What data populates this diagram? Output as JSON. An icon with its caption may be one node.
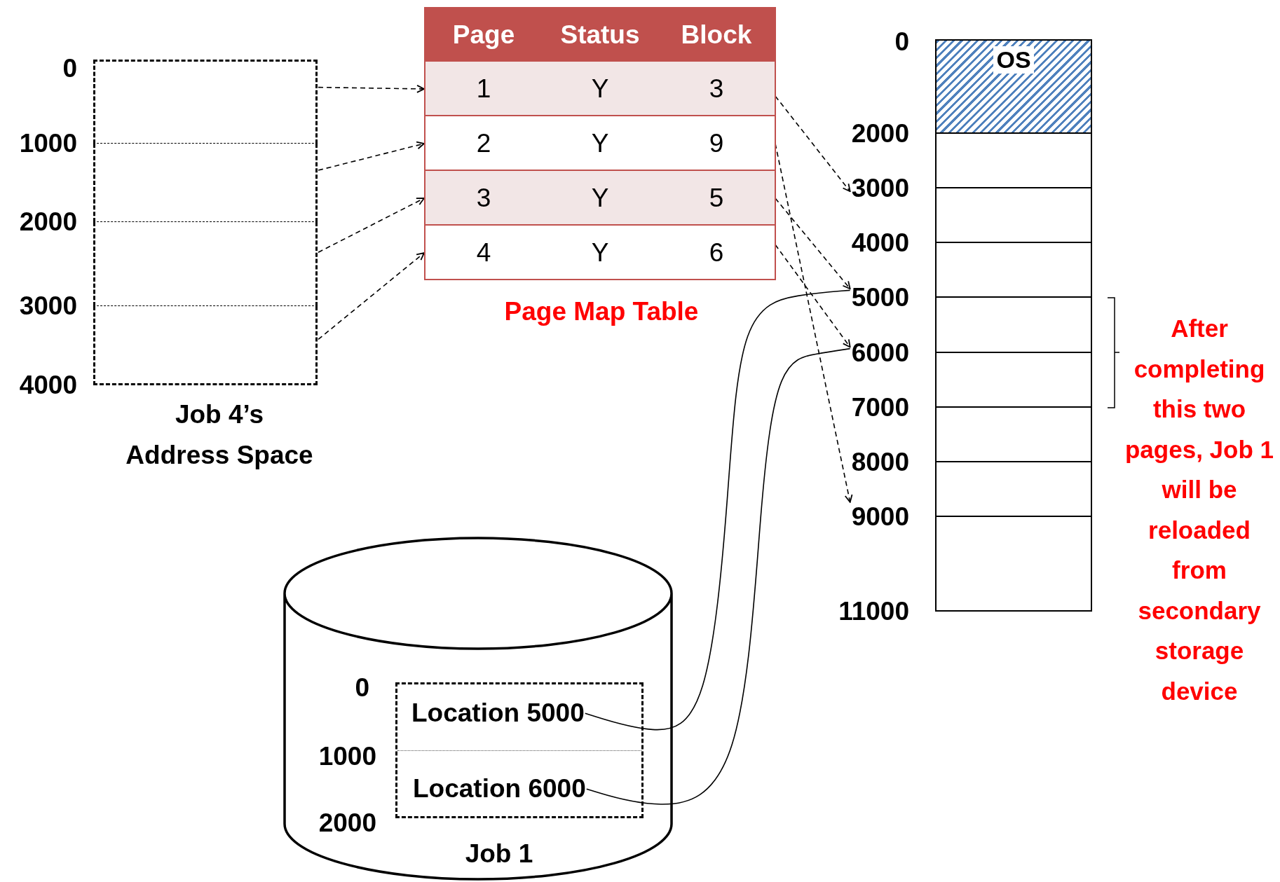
{
  "diagram": {
    "nodes": [
      {
        "text": [
          "Job 4’s Address Space"
        ]
      },
      {
        "text": [],
        "shape": "box",
        "in": 0
      },
      {
        "text": [],
        "shape": "box",
        "in": 0
      },
      {
        "text": [],
        "shape": "box",
        "in": 0
      },
      {
        "text": [],
        "shape": "box",
        "in": 0
      },
      {
        "text": [
          "Page Map Table"
        ]
      },
      {
        "text": [
          "Page",
          "Status",
          "Block"
        ],
        "in": 5
      },
      {
        "text": [
          "1",
          "Y",
          "3"
        ],
        "in": 5
      },
      {
        "text": [
          "2",
          "Y",
          "9"
        ],
        "in": 5
      },
      {
        "text": [
          "3",
          "Y",
          "5"
        ],
        "in": 5
      },
      {
        "text": [
          "4",
          "Y",
          "6"
        ],
        "in": 5
      },
      {
        "text": [],
        "shape": "box"
      },
      {
        "text": [
          "OS"
        ],
        "in": 11
      },
      {
        "text": [],
        "shape": "box",
        "in": 11
      },
      {
        "text": [],
        "shape": "box",
        "in": 11
      },
      {
        "text": [],
        "shape": "box",
        "in": 11
      },
      {
        "text": [],
        "shape": "box",
        "in": 11
      },
      {
        "text": [],
        "shape": "box",
        "in": 11
      },
      {
        "text": [],
        "shape": "box",
        "in": 11
      },
      {
        "text": [],
        "shape": "box",
        "in": 11
      },
      {
        "text": [],
        "shape": "box",
        "in": 11
      },
      {
        "text": [
          "3000"
        ]
      },
      {
        "text": [
          "5000"
        ]
      },
      {
        "text": [
          "6000"
        ]
      },
      {
        "text": [
          "9000"
        ]
      },
      {
        "text": [
          "Job 1"
        ]
      },
      {
        "text": [],
        "shape": "box",
        "in": 25
      },
      {
        "text": [
          "Location 5000"
        ],
        "in": 26
      },
      {
        "text": [
          "Location 6000"
        ],
        "in": 26
      }
    ],
    "edges": [
      {
        "from": 1,
        "to": 7,
        "arrow": "to",
        "style": "dashed"
      },
      {
        "from": 2,
        "to": 8,
        "arrow": "to",
        "style": "dashed"
      },
      {
        "from": 3,
        "to": 9,
        "arrow": "to",
        "style": "dashed"
      },
      {
        "from": 4,
        "to": 10,
        "arrow": "to",
        "style": "dashed"
      },
      {
        "from": 7,
        "to": 21,
        "arrow": "to",
        "style": "dashed"
      },
      {
        "from": 8,
        "to": 24,
        "arrow": "to",
        "style": "dashed"
      },
      {
        "from": 9,
        "to": 22,
        "arrow": "to",
        "style": "dashed"
      },
      {
        "from": 10,
        "to": 23,
        "arrow": "to",
        "style": "dashed"
      },
      {
        "from": 27,
        "to": 22,
        "arrow": "none"
      },
      {
        "from": 28,
        "to": 23,
        "arrow": "none"
      }
    ],
    "labels": [
      "0",
      "1000",
      "2000",
      "3000",
      "4000",
      "0",
      "2000",
      "4000",
      "7000",
      "8000",
      "11000",
      "After completing this two pages, Job 1 will be reloaded from secondary storage device",
      "0",
      "1000",
      "2000"
    ]
  }
}
